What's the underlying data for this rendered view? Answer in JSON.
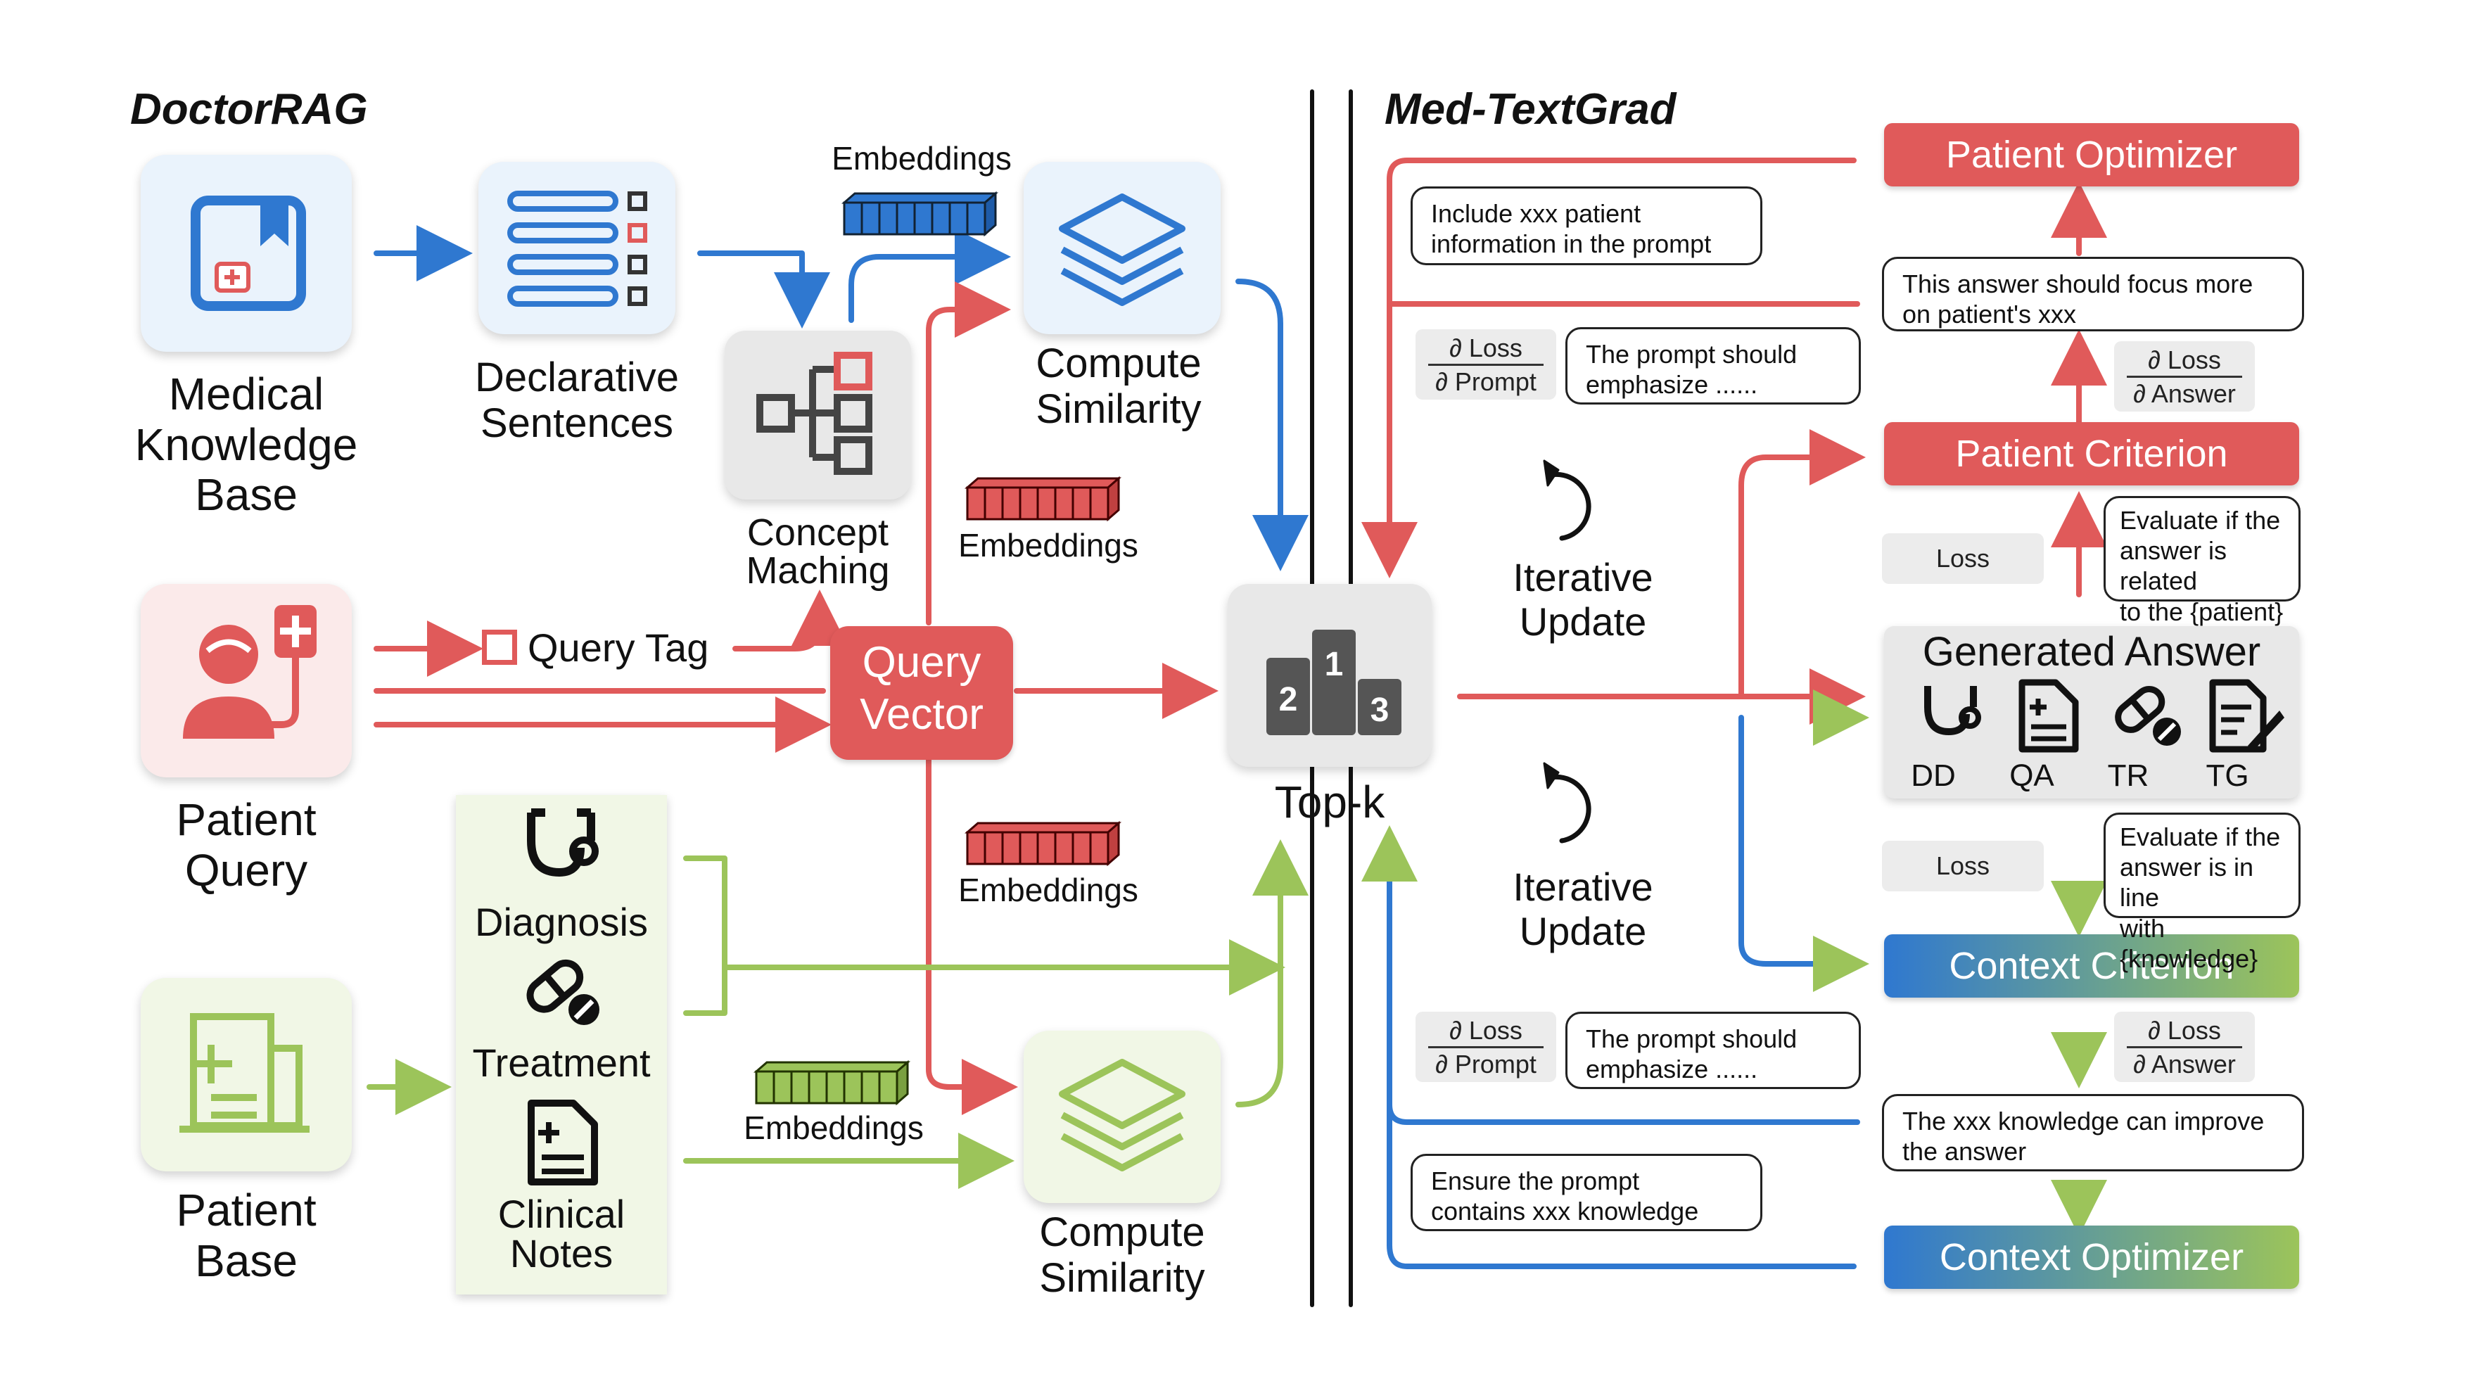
{
  "sections": {
    "left_title": "DoctorRAG",
    "right_title": "Med-TextGrad"
  },
  "doctorrag": {
    "medical_kb": "Medical\nKnowledge\nBase",
    "declarative": "Declarative\nSentences",
    "concept": "Concept\nMaching",
    "embeddings_top": "Embeddings",
    "embeddings_mid": "Embeddings",
    "embeddings_low": "Embeddings",
    "embeddings_bottom": "Embeddings",
    "compute_top": "Compute\nSimilarity",
    "compute_bottom": "Compute\nSimilarity",
    "patient_query": "Patient\nQuery",
    "query_tag": "Query Tag",
    "query_vector": "Query\nVector",
    "patient_base": "Patient\nBase",
    "diagnosis": "Diagnosis",
    "treatment": "Treatment",
    "clinical_notes": "Clinical\nNotes",
    "topk": "Top-k"
  },
  "medtextgrad": {
    "patient_optimizer": "Patient Optimizer",
    "patient_criterion": "Patient Criterion",
    "context_criterion": "Context Criterion",
    "context_optimizer": "Context Optimizer",
    "generated_answer": "Generated Answer",
    "tasks": [
      "DD",
      "QA",
      "TR",
      "TG"
    ],
    "iterative_top": "Iterative\nUpdate",
    "iterative_bottom": "Iterative\nUpdate",
    "bubble_include": "Include xxx patient\ninformation in the prompt",
    "bubble_focus": "This answer should focus more\non patient's xxx",
    "bubble_emphasize_top": "The prompt should\nemphasize ......",
    "bubble_emphasize_bottom": "The prompt should\nemphasize ......",
    "bubble_eval_patient": "Evaluate if the\nanswer is related\nto the {patient}",
    "bubble_eval_knowledge": "Evaluate if the\nanswer is in line\nwith {knowledge}",
    "bubble_knowledge_improve": "The xxx knowledge can improve\nthe answer",
    "bubble_ensure": "Ensure the prompt\ncontains xxx knowledge",
    "loss": "Loss",
    "loss2": "Loss",
    "dloss": "∂ Loss",
    "dprompt": "∂ Prompt",
    "danswer": "∂ Answer"
  },
  "colors": {
    "red": "#e05a5a",
    "blue": "#2f78d0",
    "green": "#9cc45a",
    "gray": "#e6e6e6"
  }
}
